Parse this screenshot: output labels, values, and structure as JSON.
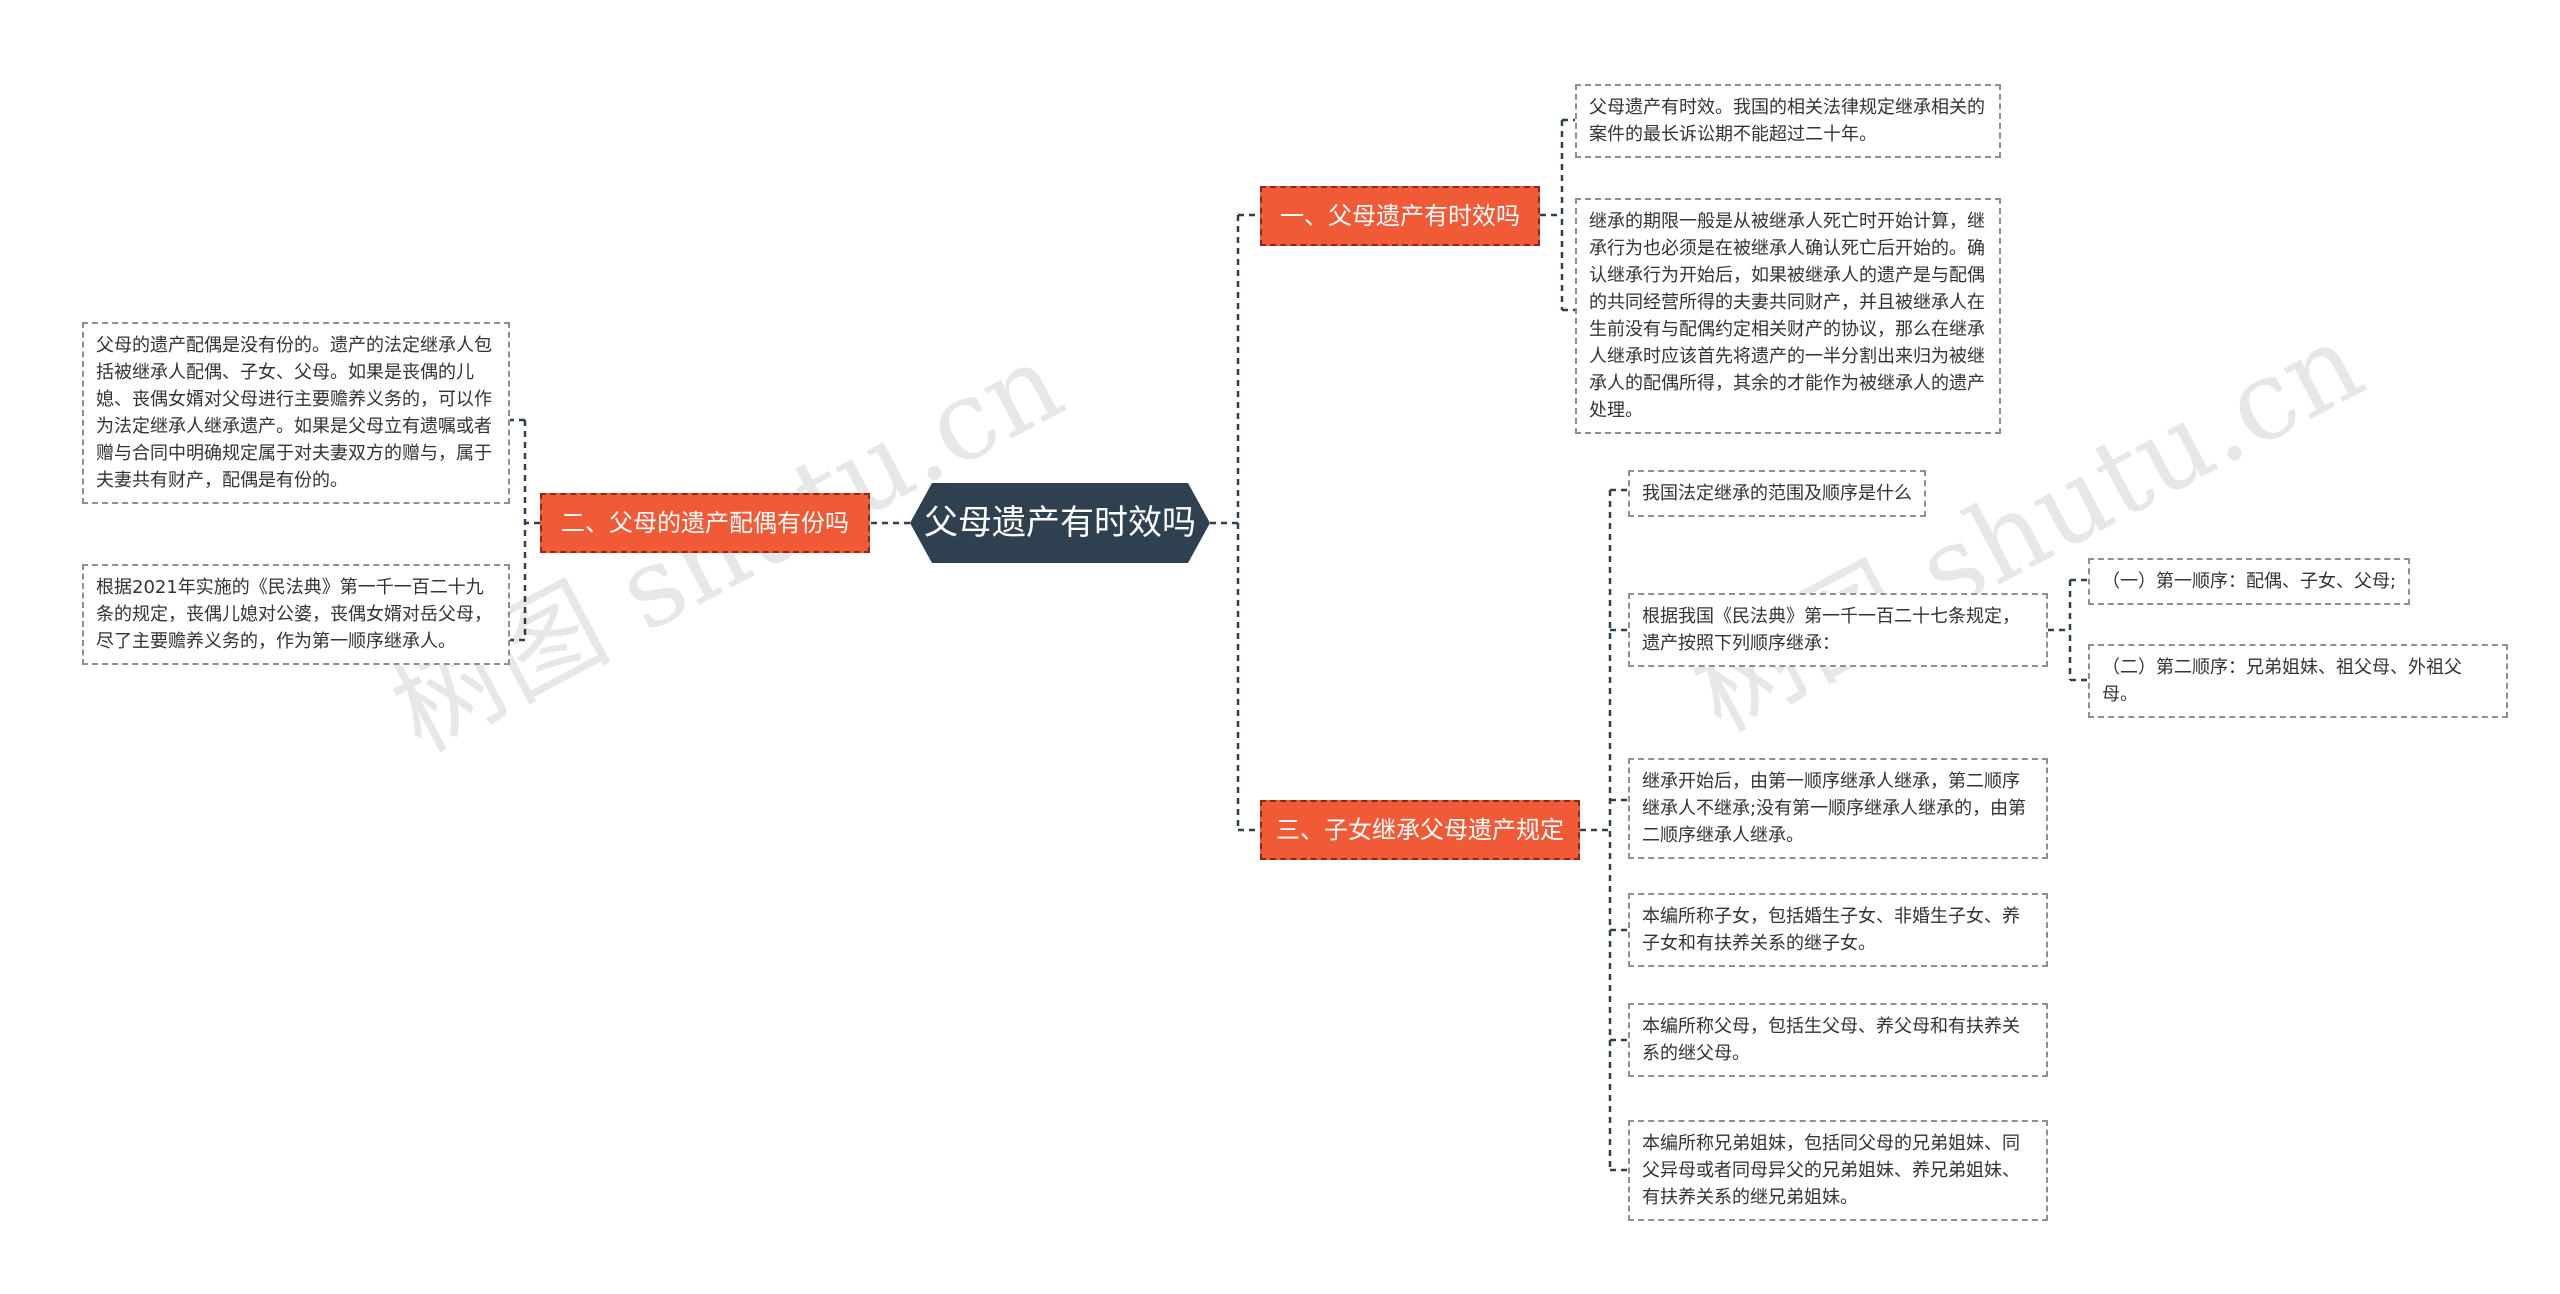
{
  "root": {
    "title": "父母遗产有时效吗"
  },
  "branches": [
    {
      "label": "一、父母遗产有时效吗",
      "children": [
        "父母遗产有时效。我国的相关法律规定继承相关的案件的最长诉讼期不能超过二十年。",
        "继承的期限一般是从被继承人死亡时开始计算，继承行为也必须是在被继承人确认死亡后开始的。确认继承行为开始后，如果被继承人的遗产是与配偶的共同经营所得的夫妻共同财产，并且被继承人在生前没有与配偶约定相关财产的协议，那么在继承人继承时应该首先将遗产的一半分割出来归为被继承人的配偶所得，其余的才能作为被继承人的遗产处理。"
      ]
    },
    {
      "label": "二、父母的遗产配偶有份吗",
      "children": [
        "父母的遗产配偶是没有份的。遗产的法定继承人包括被继承人配偶、子女、父母。如果是丧偶的儿媳、丧偶女婿对父母进行主要赡养义务的，可以作为法定继承人继承遗产。如果是父母立有遗嘱或者赠与合同中明确规定属于对夫妻双方的赠与，属于夫妻共有财产，配偶是有份的。",
        "根据2021年实施的《民法典》第一千一百二十九条的规定，丧偶儿媳对公婆，丧偶女婿对岳父母，尽了主要赡养义务的，作为第一顺序继承人。"
      ]
    },
    {
      "label": "三、子女继承父母遗产规定",
      "children": [
        "我国法定继承的范围及顺序是什么",
        "根据我国《民法典》第一千一百二十七条规定，遗产按照下列顺序继承：",
        "继承开始后，由第一顺序继承人继承，第二顺序继承人不继承;没有第一顺序继承人继承的，由第二顺序继承人继承。",
        "本编所称子女，包括婚生子女、非婚生子女、养子女和有扶养关系的继子女。",
        "本编所称父母，包括生父母、养父母和有扶养关系的继父母。",
        "本编所称兄弟姐妹，包括同父母的兄弟姐妹、同父异母或者同母异父的兄弟姐妹、养兄弟姐妹、有扶养关系的继兄弟姐妹。"
      ],
      "sub_children": [
        "（一）第一顺序：配偶、子女、父母;",
        "（二）第二顺序：兄弟姐妹、祖父母、外祖父母。"
      ]
    }
  ],
  "watermark": "树图 shutu.cn",
  "colors": {
    "root_bg": "#2f4050",
    "branch_bg": "#f05a36",
    "connector": "#2f4050",
    "leaf_border": "#8f8f8f"
  }
}
